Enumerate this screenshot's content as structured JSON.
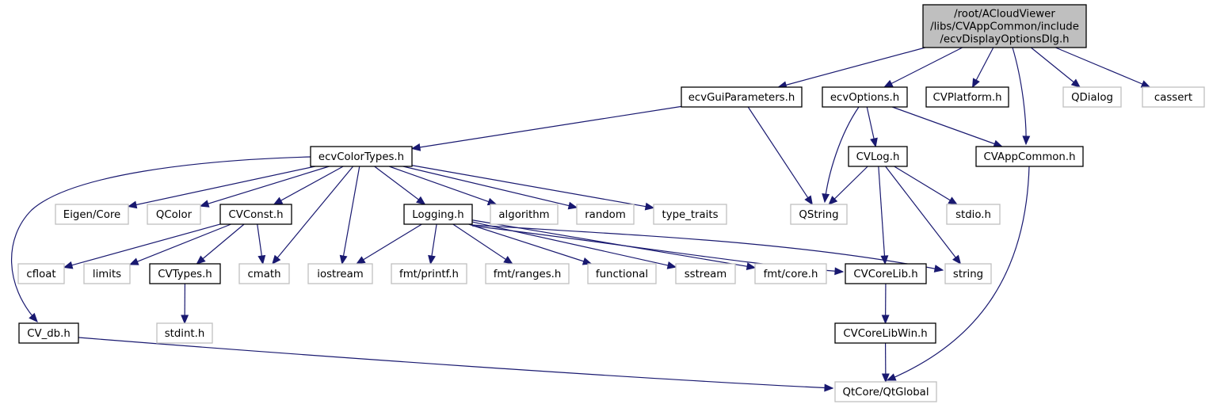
{
  "graph": {
    "title": "Include dependency graph for ecvDisplayOptionsDlg.h",
    "colors": {
      "edge": "#191970",
      "root_fill": "#bfbfbf",
      "node_border": "#000000",
      "external_border": "#bfbfbf"
    },
    "nodes": [
      {
        "id": "root",
        "lines": [
          "/root/ACloudViewer",
          "/libs/CVAppCommon/include",
          "/ecvDisplayOptionsDlg.h"
        ],
        "kind": "root"
      },
      {
        "id": "ecvGuiParameters",
        "lines": [
          "ecvGuiParameters.h"
        ],
        "kind": "documented"
      },
      {
        "id": "ecvOptions",
        "lines": [
          "ecvOptions.h"
        ],
        "kind": "documented"
      },
      {
        "id": "CVPlatform",
        "lines": [
          "CVPlatform.h"
        ],
        "kind": "documented"
      },
      {
        "id": "QDialog",
        "lines": [
          "QDialog"
        ],
        "kind": "external"
      },
      {
        "id": "cassert",
        "lines": [
          "cassert"
        ],
        "kind": "external"
      },
      {
        "id": "ecvColorTypes",
        "lines": [
          "ecvColorTypes.h"
        ],
        "kind": "documented"
      },
      {
        "id": "CVLog",
        "lines": [
          "CVLog.h"
        ],
        "kind": "documented"
      },
      {
        "id": "CVAppCommon",
        "lines": [
          "CVAppCommon.h"
        ],
        "kind": "documented"
      },
      {
        "id": "EigenCore",
        "lines": [
          "Eigen/Core"
        ],
        "kind": "external"
      },
      {
        "id": "QColor",
        "lines": [
          "QColor"
        ],
        "kind": "external"
      },
      {
        "id": "CVConst",
        "lines": [
          "CVConst.h"
        ],
        "kind": "documented"
      },
      {
        "id": "Logging",
        "lines": [
          "Logging.h"
        ],
        "kind": "documented"
      },
      {
        "id": "algorithm",
        "lines": [
          "algorithm"
        ],
        "kind": "external"
      },
      {
        "id": "random",
        "lines": [
          "random"
        ],
        "kind": "external"
      },
      {
        "id": "type_traits",
        "lines": [
          "type_traits"
        ],
        "kind": "external"
      },
      {
        "id": "QString",
        "lines": [
          "QString"
        ],
        "kind": "external"
      },
      {
        "id": "stdio",
        "lines": [
          "stdio.h"
        ],
        "kind": "external"
      },
      {
        "id": "cfloat",
        "lines": [
          "cfloat"
        ],
        "kind": "external"
      },
      {
        "id": "limits",
        "lines": [
          "limits"
        ],
        "kind": "external"
      },
      {
        "id": "CVTypes",
        "lines": [
          "CVTypes.h"
        ],
        "kind": "documented"
      },
      {
        "id": "cmath",
        "lines": [
          "cmath"
        ],
        "kind": "external"
      },
      {
        "id": "iostream",
        "lines": [
          "iostream"
        ],
        "kind": "external"
      },
      {
        "id": "fmtprintf",
        "lines": [
          "fmt/printf.h"
        ],
        "kind": "external"
      },
      {
        "id": "fmtranges",
        "lines": [
          "fmt/ranges.h"
        ],
        "kind": "external"
      },
      {
        "id": "functional",
        "lines": [
          "functional"
        ],
        "kind": "external"
      },
      {
        "id": "sstream",
        "lines": [
          "sstream"
        ],
        "kind": "external"
      },
      {
        "id": "fmtcore",
        "lines": [
          "fmt/core.h"
        ],
        "kind": "external"
      },
      {
        "id": "CVCoreLib",
        "lines": [
          "CVCoreLib.h"
        ],
        "kind": "documented"
      },
      {
        "id": "string",
        "lines": [
          "string"
        ],
        "kind": "external"
      },
      {
        "id": "stdint",
        "lines": [
          "stdint.h"
        ],
        "kind": "external"
      },
      {
        "id": "CV_db",
        "lines": [
          "CV_db.h"
        ],
        "kind": "documented"
      },
      {
        "id": "CVCoreLibWin",
        "lines": [
          "CVCoreLibWin.h"
        ],
        "kind": "documented"
      },
      {
        "id": "QtGlobal",
        "lines": [
          "QtCore/QtGlobal"
        ],
        "kind": "external"
      }
    ],
    "edges": [
      {
        "from": "root",
        "to": "ecvGuiParameters"
      },
      {
        "from": "root",
        "to": "ecvOptions"
      },
      {
        "from": "root",
        "to": "CVPlatform"
      },
      {
        "from": "root",
        "to": "CVAppCommon"
      },
      {
        "from": "root",
        "to": "QDialog"
      },
      {
        "from": "root",
        "to": "cassert"
      },
      {
        "from": "ecvGuiParameters",
        "to": "ecvColorTypes"
      },
      {
        "from": "ecvGuiParameters",
        "to": "QString"
      },
      {
        "from": "ecvOptions",
        "to": "QString"
      },
      {
        "from": "ecvOptions",
        "to": "CVLog"
      },
      {
        "from": "ecvOptions",
        "to": "CVAppCommon"
      },
      {
        "from": "ecvColorTypes",
        "to": "CV_db"
      },
      {
        "from": "ecvColorTypes",
        "to": "EigenCore"
      },
      {
        "from": "ecvColorTypes",
        "to": "QColor"
      },
      {
        "from": "ecvColorTypes",
        "to": "CVConst"
      },
      {
        "from": "ecvColorTypes",
        "to": "cmath"
      },
      {
        "from": "ecvColorTypes",
        "to": "iostream"
      },
      {
        "from": "ecvColorTypes",
        "to": "Logging"
      },
      {
        "from": "ecvColorTypes",
        "to": "algorithm"
      },
      {
        "from": "ecvColorTypes",
        "to": "random"
      },
      {
        "from": "ecvColorTypes",
        "to": "type_traits"
      },
      {
        "from": "CVConst",
        "to": "cfloat"
      },
      {
        "from": "CVConst",
        "to": "limits"
      },
      {
        "from": "CVConst",
        "to": "CVTypes"
      },
      {
        "from": "CVConst",
        "to": "cmath"
      },
      {
        "from": "CVTypes",
        "to": "stdint"
      },
      {
        "from": "Logging",
        "to": "iostream"
      },
      {
        "from": "Logging",
        "to": "fmtprintf"
      },
      {
        "from": "Logging",
        "to": "fmtranges"
      },
      {
        "from": "Logging",
        "to": "functional"
      },
      {
        "from": "Logging",
        "to": "sstream"
      },
      {
        "from": "Logging",
        "to": "fmtcore"
      },
      {
        "from": "Logging",
        "to": "CVCoreLib"
      },
      {
        "from": "Logging",
        "to": "string"
      },
      {
        "from": "CVLog",
        "to": "QString"
      },
      {
        "from": "CVLog",
        "to": "CVCoreLib"
      },
      {
        "from": "CVLog",
        "to": "string"
      },
      {
        "from": "CVLog",
        "to": "stdio"
      },
      {
        "from": "CVCoreLib",
        "to": "CVCoreLibWin"
      },
      {
        "from": "CVCoreLibWin",
        "to": "QtGlobal"
      },
      {
        "from": "CVAppCommon",
        "to": "QtGlobal"
      },
      {
        "from": "CV_db",
        "to": "QtGlobal"
      }
    ]
  }
}
